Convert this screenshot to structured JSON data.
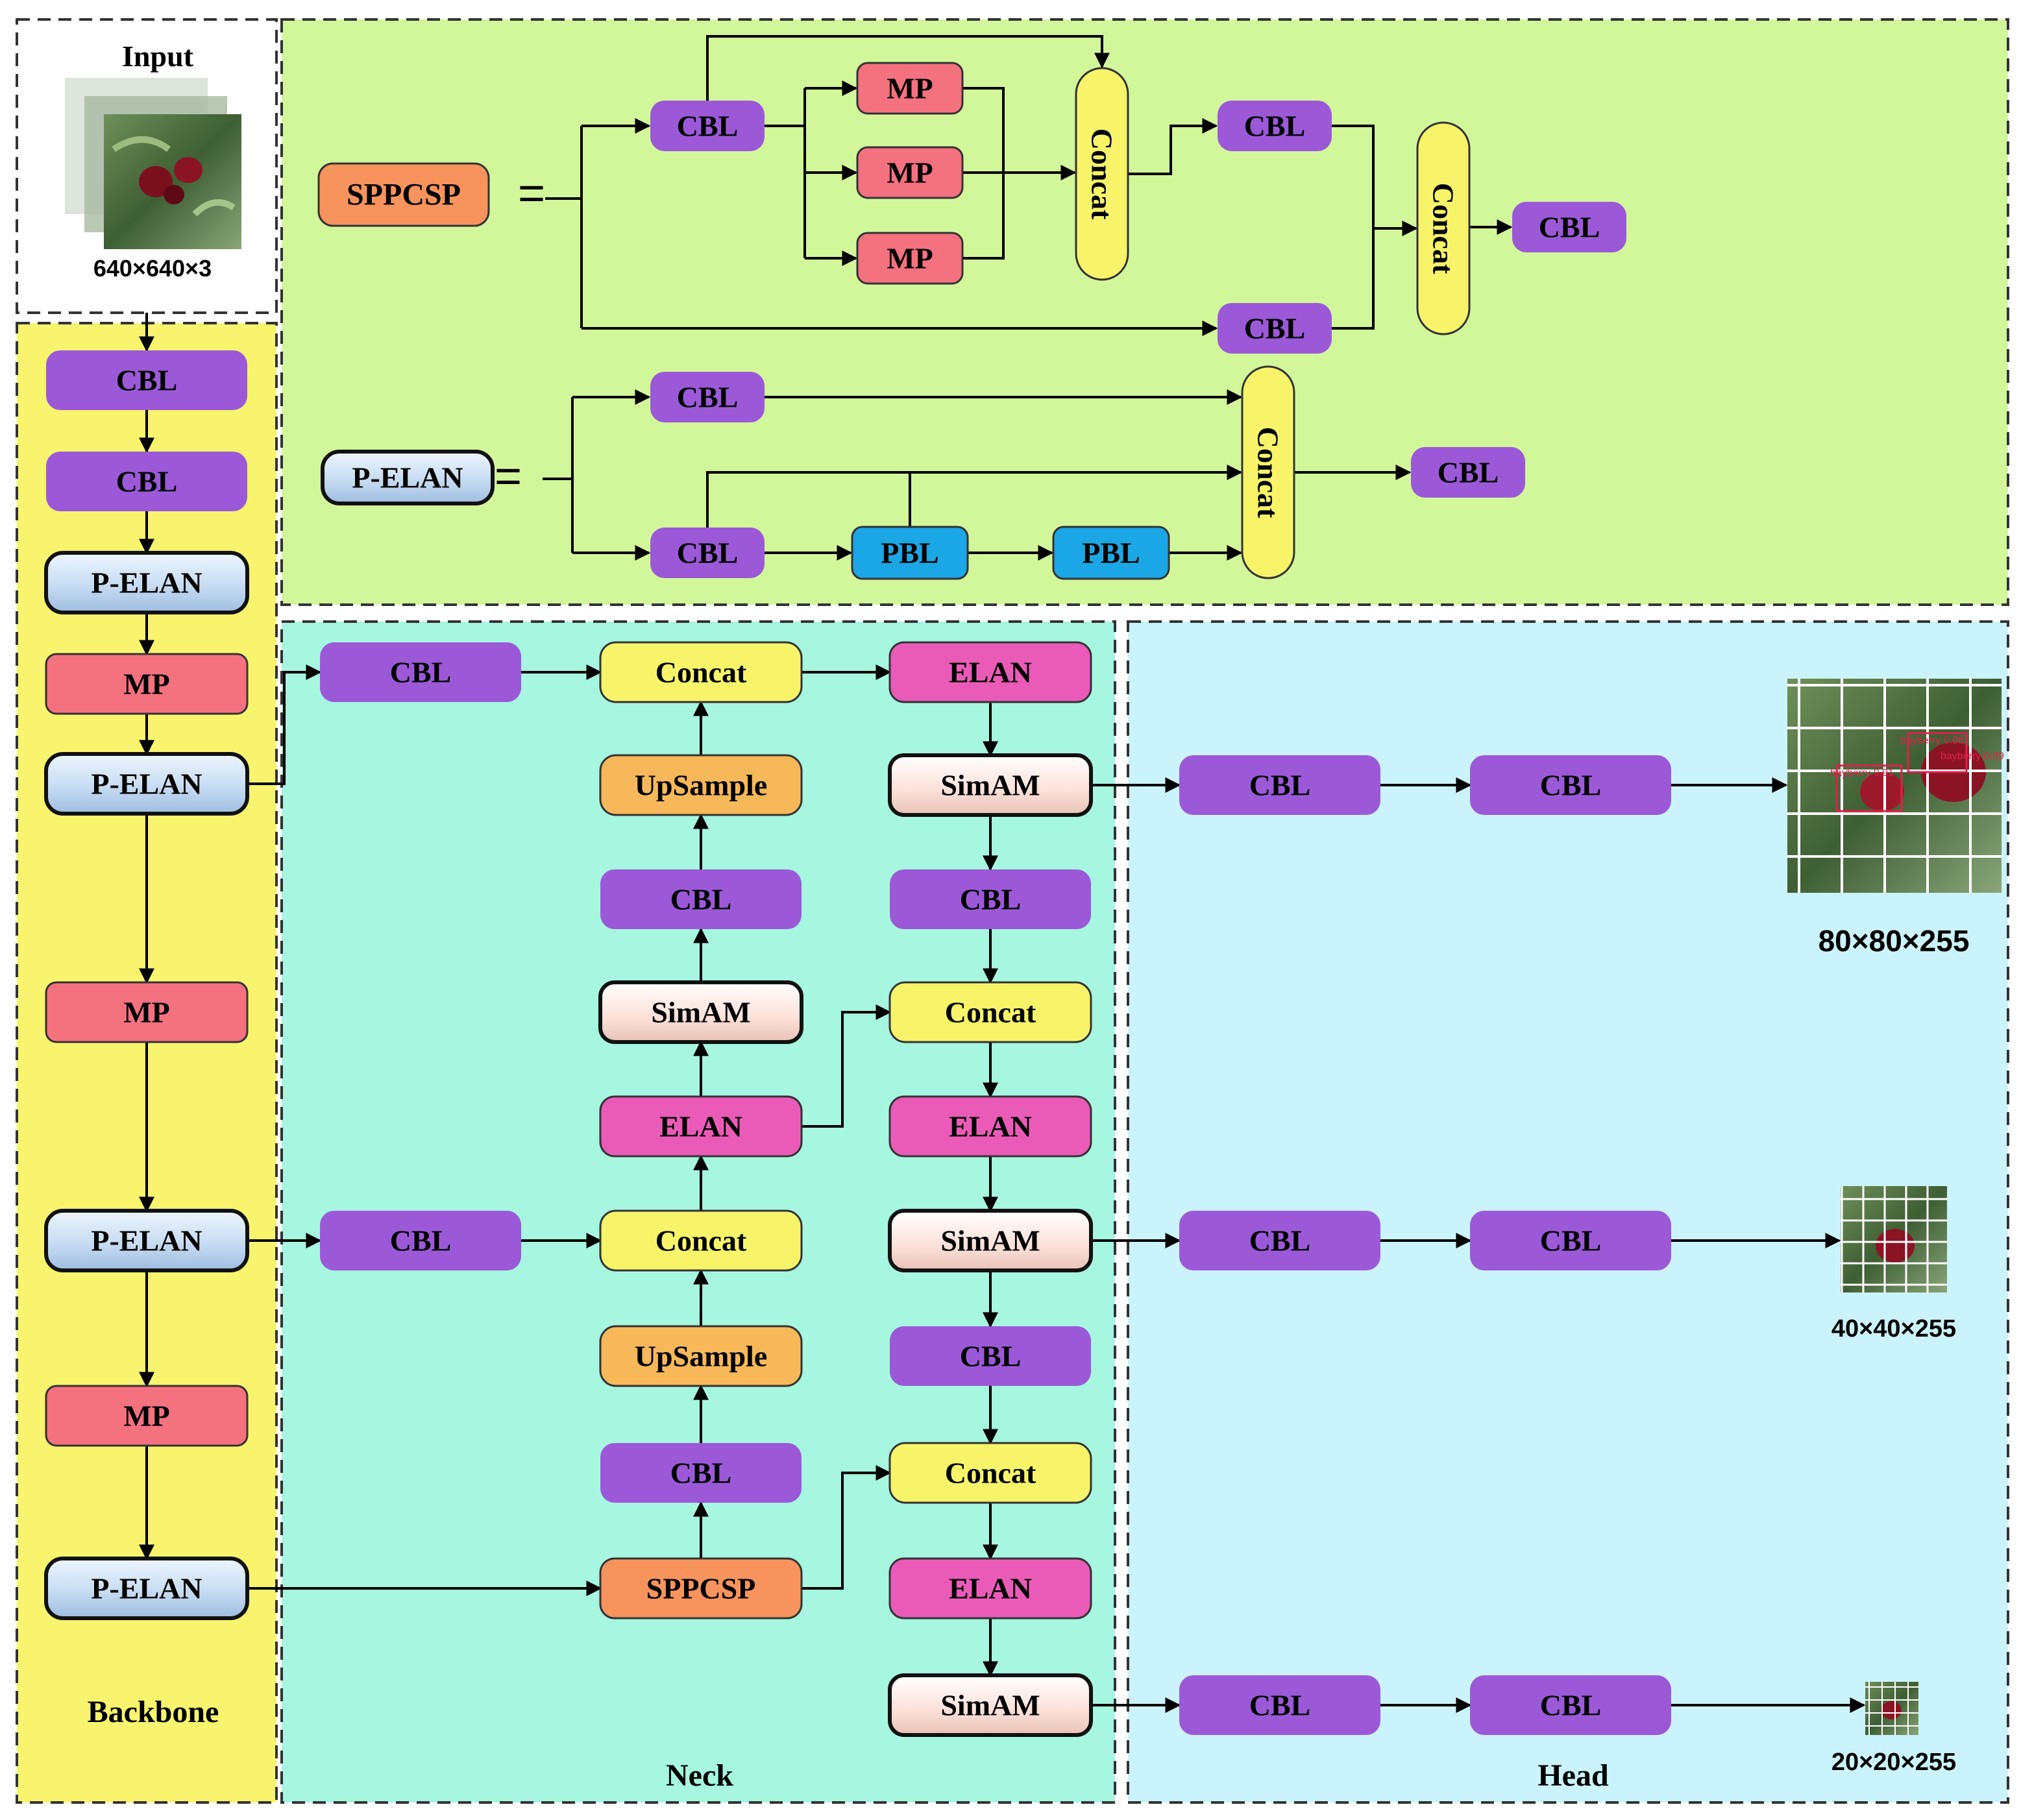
{
  "sections": {
    "input": "Input",
    "backbone": "Backbone",
    "neck": "Neck",
    "head": "Head"
  },
  "input_dims": "640×640×3",
  "outputs": [
    "80×80×255",
    "40×40×255",
    "20×20×255"
  ],
  "detection_labels": [
    "bayberry 0.88",
    "bayberry 0.91",
    "bayberry 0.89"
  ],
  "legend": {
    "sppcsp": {
      "name": "SPPCSP",
      "cbl_in": "CBL",
      "mp": [
        "MP",
        "MP",
        "MP"
      ],
      "concat_1": "Concat",
      "cbl_mid": "CBL",
      "cbl_side": "CBL",
      "concat_2": "Concat",
      "cbl_out": "CBL"
    },
    "pelan": {
      "name": "P-ELAN",
      "cbl_top": "CBL",
      "cbl_bottom": "CBL",
      "pbl": [
        "PBL",
        "PBL"
      ],
      "concat": "Concat",
      "cbl_out": "CBL"
    }
  },
  "backbone": [
    "CBL",
    "CBL",
    "P-ELAN",
    "MP",
    "P-ELAN",
    "MP",
    "P-ELAN",
    "MP",
    "P-ELAN"
  ],
  "neck": {
    "col1": [
      "CBL",
      "CBL"
    ],
    "col2": [
      "Concat",
      "UpSample",
      "CBL",
      "SimAM",
      "ELAN",
      "Concat",
      "UpSample",
      "CBL",
      "SPPCSP"
    ],
    "col3": [
      "ELAN",
      "SimAM",
      "CBL",
      "Concat",
      "ELAN",
      "SimAM",
      "CBL",
      "Concat",
      "ELAN",
      "SimAM"
    ]
  },
  "head": {
    "rows": [
      [
        "CBL",
        "CBL"
      ],
      [
        "CBL",
        "CBL"
      ],
      [
        "CBL",
        "CBL"
      ]
    ]
  },
  "colors": {
    "cbl": "#9B59D8",
    "mp": "#F4717F",
    "pelan": "#C9DDF2",
    "concat": "#F7F46A",
    "upsample": "#F7B85A",
    "simam": "#FCE3DC",
    "elan": "#EA5BB8",
    "sppcsp": "#F7935D",
    "pbl": "#1BA7E6",
    "top_panel": "#D2F79B",
    "backbone_panel": "#F8F46D",
    "neck_panel": "#A6F6E0",
    "head_panel": "#CBF3FC"
  }
}
